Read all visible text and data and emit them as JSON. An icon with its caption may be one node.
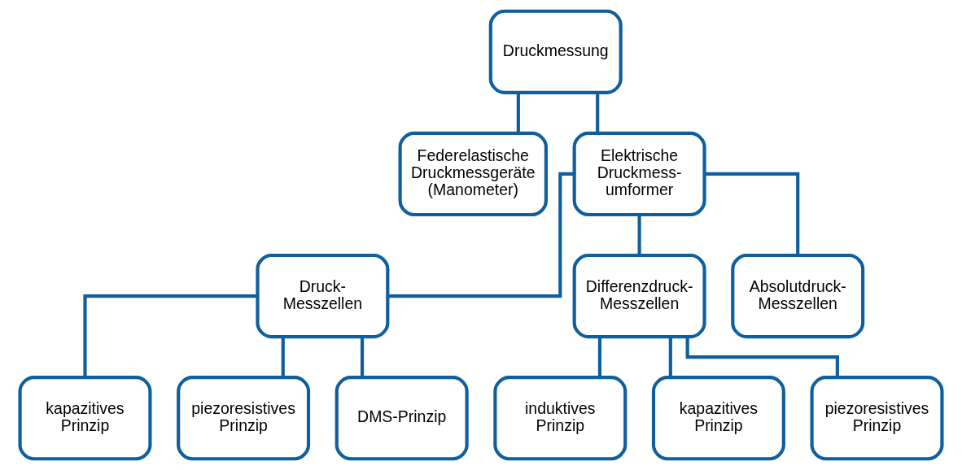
{
  "diagram": {
    "nodes": [
      {
        "text": [
          "Druckmessung"
        ]
      },
      {
        "text": [
          "Federelastische Druckmessgeräte (Manometer)"
        ]
      },
      {
        "text": [
          "Elektrische Druckmess- umformer"
        ]
      },
      {
        "text": [
          "Druck- Messzellen"
        ]
      },
      {
        "text": [
          "Differenzdruck- Messzellen"
        ]
      },
      {
        "text": [
          "Absolutdruck- Messzellen"
        ]
      },
      {
        "text": [
          "kapazitives Prinzip"
        ]
      },
      {
        "text": [
          "piezoresistives Prinzip"
        ]
      },
      {
        "text": [
          "DMS-Prinzip"
        ]
      },
      {
        "text": [
          "induktives Prinzip"
        ]
      },
      {
        "text": [
          "kapazitives Prinzip"
        ]
      },
      {
        "text": [
          "piezoresistives Prinzip"
        ]
      }
    ],
    "edges": [
      {
        "from": 0,
        "to": 1,
        "arrow": "none"
      },
      {
        "from": 0,
        "to": 2,
        "arrow": "none"
      },
      {
        "from": 2,
        "to": 3,
        "arrow": "none"
      },
      {
        "from": 2,
        "to": 4,
        "arrow": "none"
      },
      {
        "from": 2,
        "to": 5,
        "arrow": "none"
      },
      {
        "from": 3,
        "to": 6,
        "arrow": "none"
      },
      {
        "from": 3,
        "to": 7,
        "arrow": "none"
      },
      {
        "from": 3,
        "to": 8,
        "arrow": "none"
      },
      {
        "from": 4,
        "to": 9,
        "arrow": "none"
      },
      {
        "from": 4,
        "to": 10,
        "arrow": "none"
      },
      {
        "from": 4,
        "to": 11,
        "arrow": "none"
      }
    ]
  }
}
